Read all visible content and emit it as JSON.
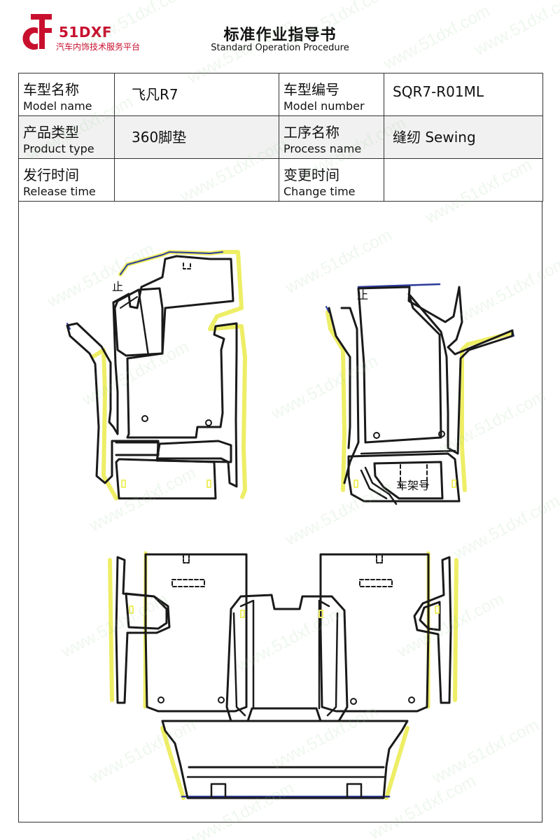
{
  "header": {
    "brand_name": "51DXF",
    "brand_tagline": "汽车内饰技术服务平台",
    "title": "标准作业指导书",
    "subtitle": "Standard Operation Procedure"
  },
  "info_table": {
    "model_name_zh": "车型名称",
    "model_name_en": "Model name",
    "model_name_value": "飞凡R7",
    "model_number_zh": "车型编号",
    "model_number_en": "Model number",
    "model_number_value": "SQR7-R01ML",
    "product_type_zh": "产品类型",
    "product_type_en": "Product type",
    "product_type_value": "360脚垫",
    "process_name_zh": "工序名称",
    "process_name_en": "Process name",
    "process_name_value": "缝纫 Sewing",
    "release_time_zh": "发行时间",
    "release_time_en": "Release time",
    "release_time_value": "",
    "change_time_zh": "变更时间",
    "change_time_en": "Change time",
    "change_time_value": ""
  },
  "diagram": {
    "mark_left": "止",
    "mark_right": "止",
    "frame_number_label": "车架号"
  },
  "watermark": {
    "text": "www.51dxf.com"
  },
  "colors": {
    "brand_red": "#c8102e",
    "outline": "#1a1a1a",
    "edge_yellow": "#eeee66",
    "edge_blue": "#2b3a9a"
  }
}
